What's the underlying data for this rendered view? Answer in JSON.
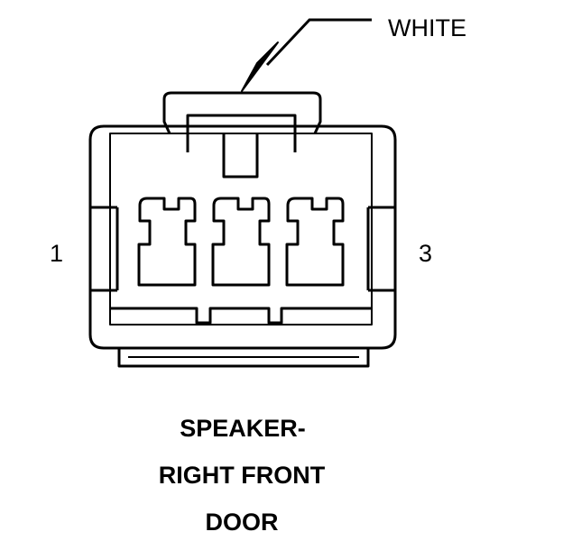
{
  "callout": {
    "color_label": "WHITE"
  },
  "pins": {
    "left": "1",
    "right": "3"
  },
  "caption": {
    "line1": "SPEAKER-",
    "line2": "RIGHT FRONT",
    "line3": "DOOR"
  },
  "colors": {
    "ink": "#000000",
    "background": "#ffffff"
  }
}
